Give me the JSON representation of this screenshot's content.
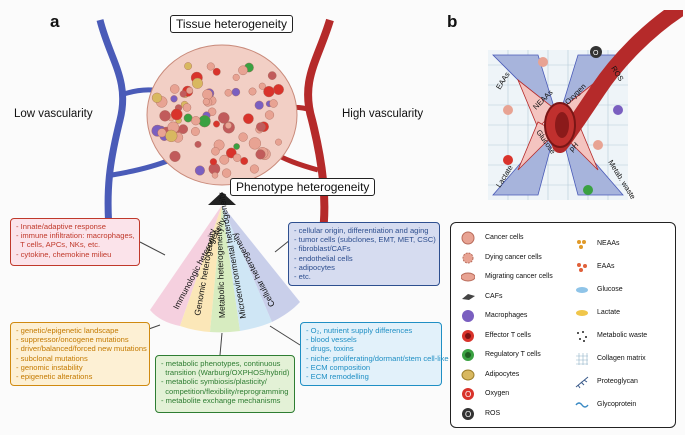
{
  "panels": {
    "a": "a",
    "b": "b"
  },
  "panel_a": {
    "tissue_heterogeneity": "Tissue heterogeneity",
    "phenotype_heterogeneity": "Phenotype heterogeneity",
    "low_vascularity": "Low vascularity",
    "high_vascularity": "High vascularity",
    "fan_labels": [
      "Immunologic heterogeneity",
      "Genomic heterogeneity",
      "Metabolic heterogeneity",
      "Microenvironmental heterogeneity",
      "Cellular heterogeneity"
    ],
    "immunologic_box": {
      "lines": [
        "- Innate/adaptive response",
        "- immune infiltration: macrophages,",
        "  T cells, APCs, NKs, etc.",
        "- cytokine, chemokine milieu"
      ],
      "color": "#c0392b"
    },
    "cellular_box": {
      "lines": [
        "- cellular origin, differentiation and aging",
        "- tumor cells (subclones, EMT, MET, CSC)",
        "- fibroblast/CAFs",
        "- endothelial cells",
        "- adipocytes",
        "- etc."
      ],
      "color": "#2e4f8f"
    },
    "genomic_box": {
      "lines": [
        "- genetic/epigenetic landscape",
        "- suppressor/oncogene mutations",
        "- driver/balanced/forced new mutations",
        "- subclonal mutations",
        "- genomic instability",
        "- epigenetic alterations"
      ],
      "color": "#c47a00"
    },
    "metabolic_box": {
      "lines": [
        "- metabolic phenotypes, continuous",
        "  transition (Warburg/OXPHOS/hybrid)",
        "- metabolic symbiosis/plasticity/",
        "  competition/flexibility/reprogramming",
        "- metabolite exchange mechanisms"
      ],
      "color": "#2e7d32"
    },
    "micro_box": {
      "lines": [
        "- O₂, nutrient supply differences",
        "- blood vessels",
        "- drugs, toxins",
        "- niche: proliferating/dormant/stem cell-like",
        "- ECM composition",
        "- ECM remodelling"
      ],
      "color": "#1f8fc4"
    }
  },
  "panel_b": {
    "gradient_labels": [
      "EAAs",
      "NEAAs",
      "Oxygen",
      "ROS",
      "Glucose",
      "pH",
      "Lactate",
      "Metab. waste"
    ]
  },
  "legend": {
    "left": [
      {
        "label": "Cancer cells",
        "icon": "cancer-cell-icon"
      },
      {
        "label": "Dying  cancer cells",
        "icon": "dying-cancer-cell-icon"
      },
      {
        "label": "Migrating  cancer cells",
        "icon": "migrating-cancer-cell-icon"
      },
      {
        "label": "CAFs",
        "icon": "caf-icon"
      },
      {
        "label": "Macrophages",
        "icon": "macrophage-icon"
      },
      {
        "label": "Effector T cells",
        "icon": "effector-t-cell-icon"
      },
      {
        "label": "Regulatory T cells",
        "icon": "regulatory-t-cell-icon"
      },
      {
        "label": "Adipocytes",
        "icon": "adipocyte-icon"
      },
      {
        "label": "Oxygen",
        "icon": "oxygen-icon"
      },
      {
        "label": "ROS",
        "icon": "ros-icon"
      }
    ],
    "right": [
      {
        "label": "NEAAs",
        "icon": "neaa-icon"
      },
      {
        "label": "EAAs",
        "icon": "eaa-icon"
      },
      {
        "label": "Glucose",
        "icon": "glucose-icon"
      },
      {
        "label": "Lactate",
        "icon": "lactate-icon"
      },
      {
        "label": "Metabolic waste",
        "icon": "metabolic-waste-icon"
      },
      {
        "label": "Collagen matrix",
        "icon": "collagen-matrix-icon"
      },
      {
        "label": "Proteoglycan",
        "icon": "proteoglycan-icon"
      },
      {
        "label": "Glycoprotein",
        "icon": "glycoprotein-icon"
      }
    ],
    "icon_letters": {
      "oxygen": "O",
      "ros": "O"
    },
    "colors": {
      "cancer": "#e8a393",
      "macrophage": "#7a5fc0",
      "effector": "#d9332b",
      "regulatory": "#3aa142",
      "adipocyte": "#d8b860",
      "oxygen": "#d9332b",
      "ros": "#333333",
      "neaa": "#e09a2a",
      "eaa": "#e0603a",
      "glucose": "#8fc4e8",
      "lactate": "#f0c64a"
    }
  }
}
